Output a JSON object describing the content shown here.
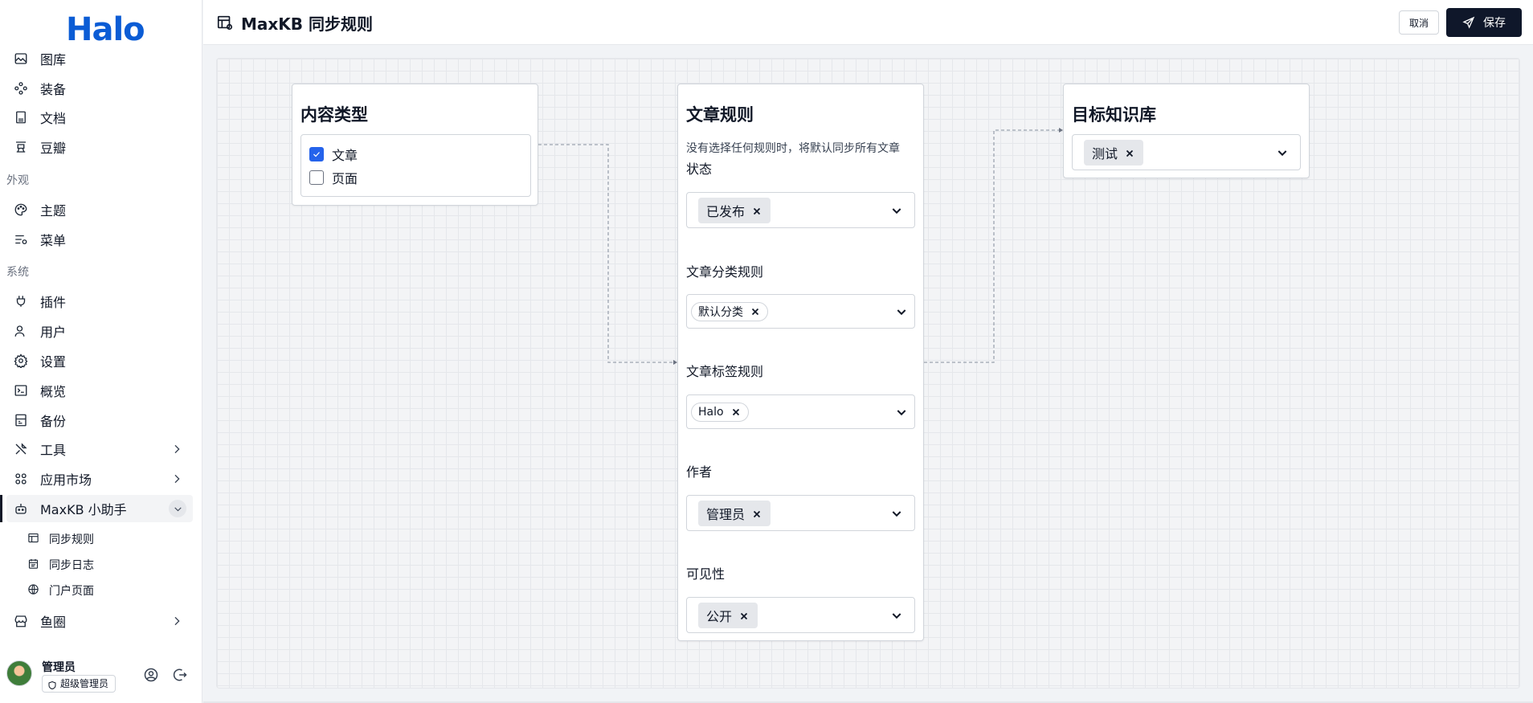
{
  "sidebar": {
    "logo": "Halo",
    "items_top": [
      {
        "label": "图库"
      },
      {
        "label": "装备"
      },
      {
        "label": "文档"
      },
      {
        "label": "豆瓣"
      }
    ],
    "section_appearance": "外观",
    "items_appearance": [
      {
        "label": "主题"
      },
      {
        "label": "菜单"
      }
    ],
    "section_system": "系统",
    "items_system": [
      {
        "label": "插件"
      },
      {
        "label": "用户"
      },
      {
        "label": "设置"
      },
      {
        "label": "概览"
      },
      {
        "label": "备份"
      },
      {
        "label": "工具"
      },
      {
        "label": "应用市场"
      },
      {
        "label": "MaxKB 小助手"
      }
    ],
    "sub_items": [
      {
        "label": "同步规则"
      },
      {
        "label": "同步日志"
      },
      {
        "label": "门户页面"
      }
    ],
    "item_last": {
      "label": "鱼圈"
    },
    "user": {
      "name": "管理员",
      "role": "超级管理员"
    }
  },
  "header": {
    "title": "MaxKB 同步规则",
    "cancel_label": "取消",
    "save_label": "保存"
  },
  "content_type": {
    "title": "内容类型",
    "options": [
      {
        "label": "文章",
        "checked": true
      },
      {
        "label": "页面",
        "checked": false
      }
    ]
  },
  "article_rules": {
    "title": "文章规则",
    "hint": "没有选择任何规则时，将默认同步所有文章",
    "fields": [
      {
        "label": "状态",
        "tag": "已发布"
      },
      {
        "label": "文章分类规则",
        "tag": "默认分类"
      },
      {
        "label": "文章标签规则",
        "tag": "Halo"
      },
      {
        "label": "作者",
        "tag": "管理员"
      },
      {
        "label": "可见性",
        "tag": "公开"
      }
    ]
  },
  "target_kb": {
    "title": "目标知识库",
    "tag": "测试"
  },
  "colors": {
    "primary_dark": "#0f172a",
    "checkbox_blue": "#2563eb",
    "logo_blue": "#0b5cd5"
  }
}
